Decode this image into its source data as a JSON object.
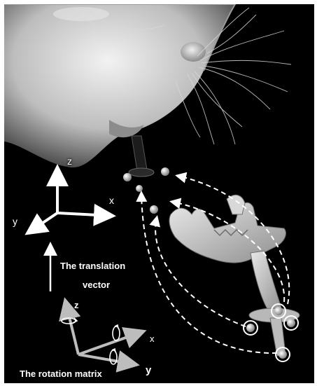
{
  "labels": {
    "axis_z": "z",
    "axis_x": "x",
    "axis_y": "y",
    "translation_line1": "The translation",
    "translation_line2": "vector",
    "rot_axis_z": "z",
    "rot_axis_x": "x",
    "rot_axis_y": "y",
    "rotation": "The rotation matrix"
  },
  "colors": {
    "background": "#000000",
    "frame": "#ffffff",
    "fur": "#cfcfcf",
    "arrows": "#ffffff",
    "bone": "#c8c8c8",
    "marker": "#d9d9d9"
  }
}
